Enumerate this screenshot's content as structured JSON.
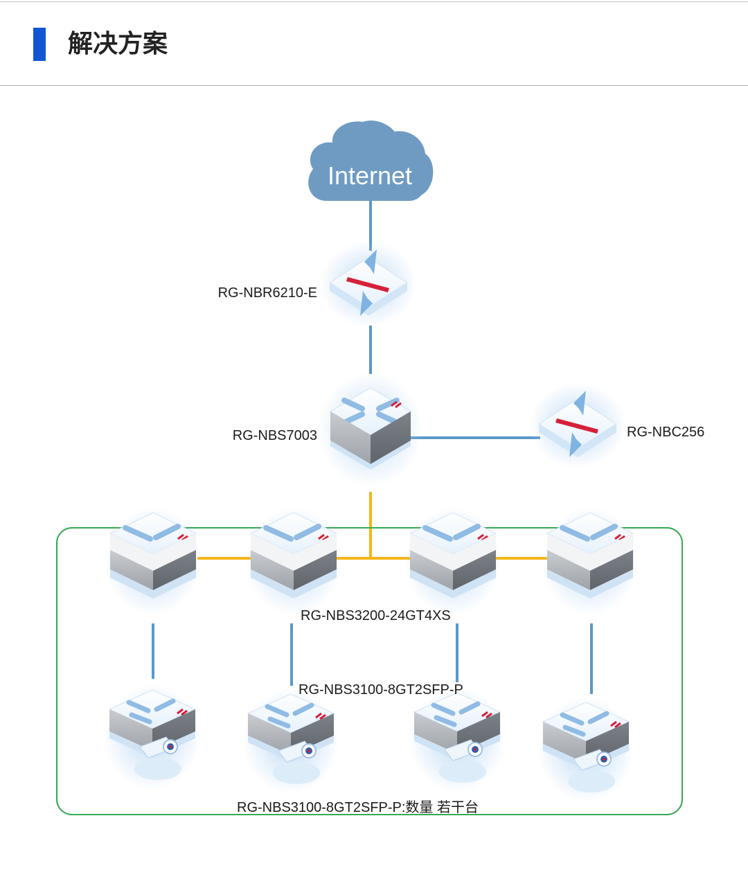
{
  "header": {
    "title": "解决方案"
  },
  "colors": {
    "accent": "#1256d6",
    "cloud": "#6f9bc3",
    "uplink": "#5b98c9",
    "aggregation_link": "#f3b616",
    "group_border": "#35a853",
    "device_red": "#d6203a"
  },
  "diagram": {
    "cloud_label": "Internet",
    "labels": {
      "router": "RG-NBR6210-E",
      "core": "RG-NBS7003",
      "controller": "RG-NBC256",
      "aggregation": "RG-NBS3200-24GT4XS",
      "access_top": "RG-NBS3100-8GT2SFP-P",
      "access_bottom": "RG-NBS3100-8GT2SFP-P:数量 若干台"
    }
  }
}
